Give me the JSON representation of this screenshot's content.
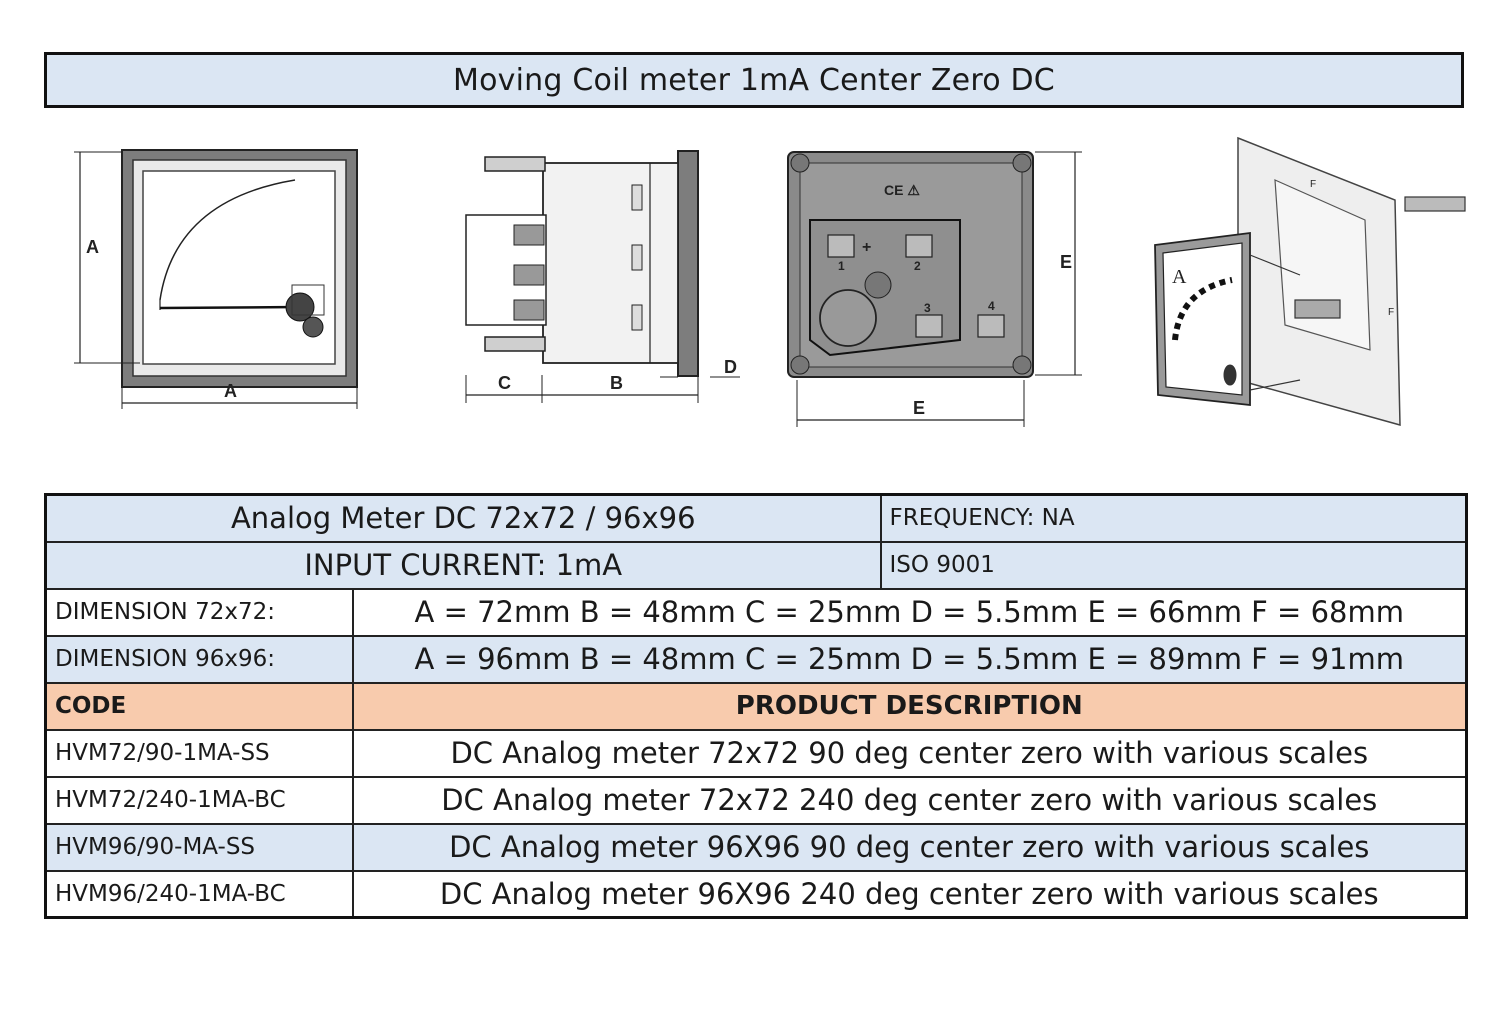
{
  "title": "Moving Coil meter 1mA Center Zero DC",
  "drawing_labels": {
    "front_a_vertical": "A",
    "front_a_horizontal": "A",
    "side_c": "C",
    "side_b": "B",
    "side_d": "D",
    "rear_e_vertical": "E",
    "rear_e_horizontal": "E",
    "rear_terminal_plus": "+",
    "rear_terminal_1": "1",
    "rear_terminal_2": "2",
    "rear_terminal_3": "3",
    "rear_terminal_4": "4",
    "rear_marks": "CE ⚠",
    "iso_f_top": "F",
    "iso_f_side": "F",
    "iso_scale_letter": "A"
  },
  "table": {
    "row1": {
      "left": "Analog Meter DC 72x72 / 96x96",
      "right": "FREQUENCY: NA"
    },
    "row2": {
      "left": "INPUT CURRENT: 1mA",
      "right": "ISO 9001"
    },
    "dimensions": [
      {
        "label": "DIMENSION 72x72:",
        "value": "A = 72mm B = 48mm C = 25mm D = 5.5mm E = 66mm F = 68mm"
      },
      {
        "label": "DIMENSION 96x96:",
        "value": "A = 96mm B = 48mm C = 25mm D = 5.5mm E = 89mm F = 91mm"
      }
    ],
    "header": {
      "code": "CODE",
      "description": "PRODUCT DESCRIPTION"
    },
    "products": [
      {
        "code": "HVM72/90-1MA-SS",
        "description": "DC Analog meter 72x72 90 deg center zero with various scales"
      },
      {
        "code": "HVM72/240-1MA-BC",
        "description": "DC Analog meter 72x72 240 deg center zero with various scales"
      },
      {
        "code": "HVM96/90-MA-SS",
        "description": "DC Analog meter 96X96 90 deg center zero with various scales"
      },
      {
        "code": "HVM96/240-1MA-BC",
        "description": "DC Analog meter 96X96 240 deg center zero with various scales"
      }
    ]
  },
  "colors": {
    "light_blue": "#dbe6f3",
    "header_orange": "#f8cbad",
    "panel_gray": "#8a8a8a"
  }
}
